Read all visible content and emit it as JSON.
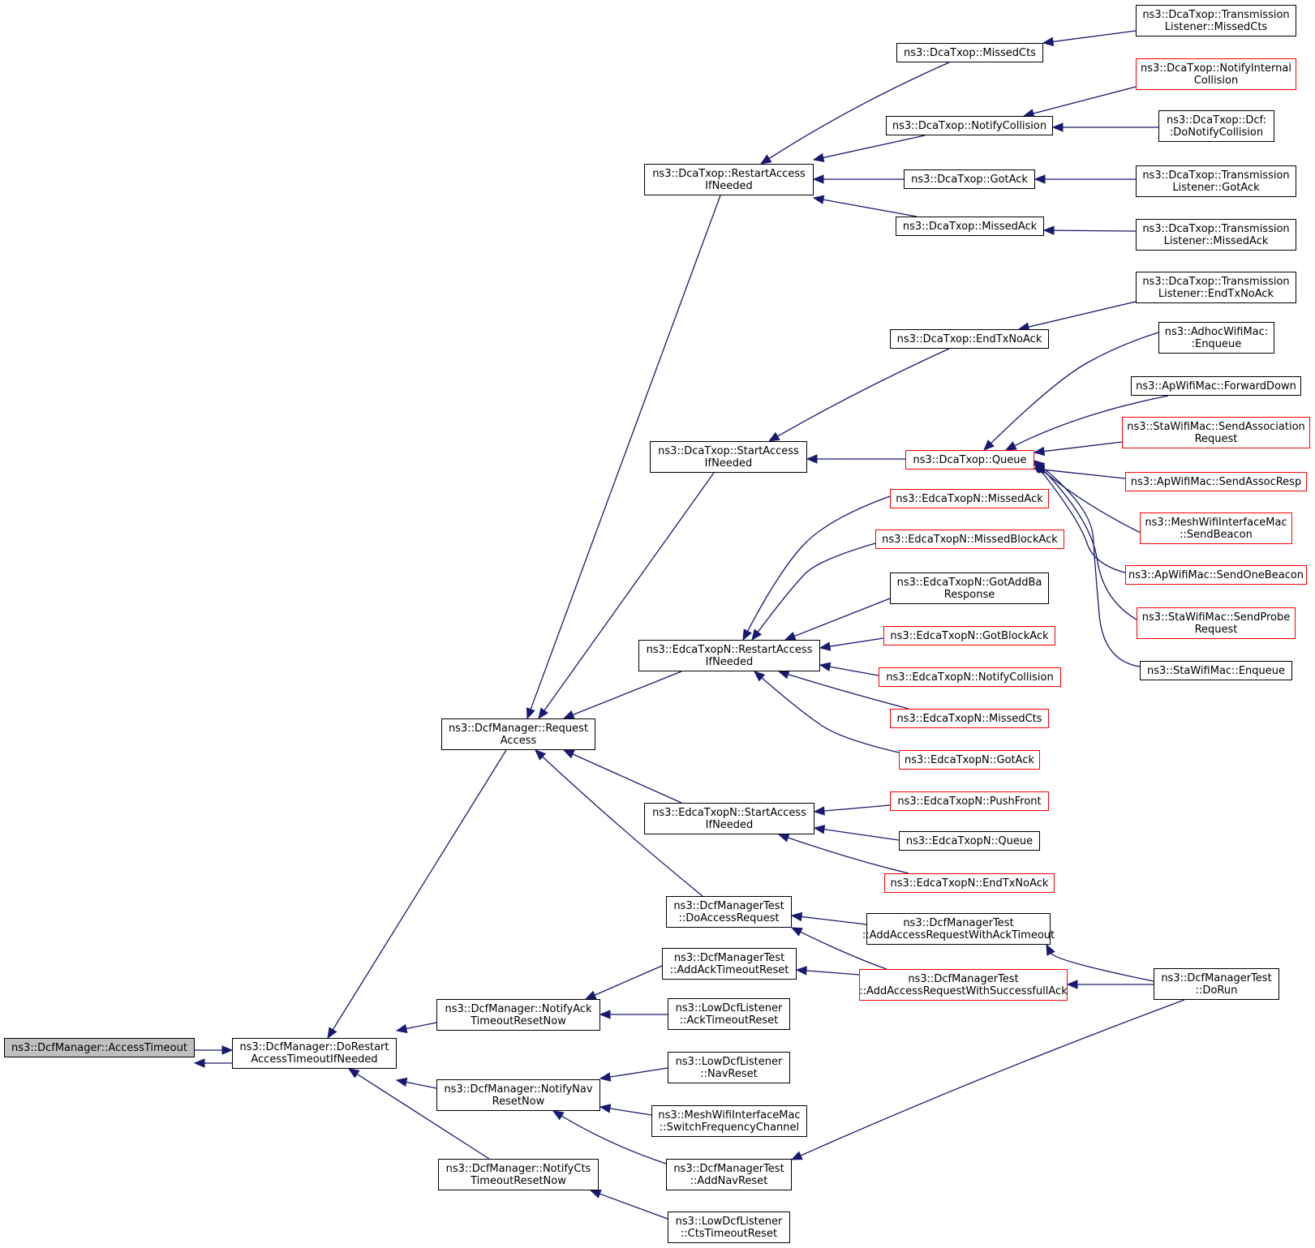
{
  "colors": {
    "edge": "#191970",
    "border_normal": "#000000",
    "border_truncated": "#ff0000",
    "root_fill": "#bfbfbf"
  },
  "nodes": [
    {
      "id": "accesstimeout",
      "lines": [
        "ns3::DcfManager::AccessTimeout"
      ],
      "style": "root"
    },
    {
      "id": "dorestart",
      "lines": [
        "ns3::DcfManager::DoRestart",
        "AccessTimeoutIfNeeded"
      ],
      "style": "normal"
    },
    {
      "id": "requestaccess",
      "lines": [
        "ns3::DcfManager::Request",
        "Access"
      ],
      "style": "normal"
    },
    {
      "id": "notifyack",
      "lines": [
        "ns3::DcfManager::NotifyAck",
        "TimeoutResetNow"
      ],
      "style": "normal"
    },
    {
      "id": "notifynav",
      "lines": [
        "ns3::DcfManager::NotifyNav",
        "ResetNow"
      ],
      "style": "normal"
    },
    {
      "id": "notifycts",
      "lines": [
        "ns3::DcfManager::NotifyCts",
        "TimeoutResetNow"
      ],
      "style": "normal"
    },
    {
      "id": "dca_restart",
      "lines": [
        "ns3::DcaTxop::RestartAccess",
        "IfNeeded"
      ],
      "style": "normal"
    },
    {
      "id": "dca_start",
      "lines": [
        "ns3::DcaTxop::StartAccess",
        "IfNeeded"
      ],
      "style": "normal"
    },
    {
      "id": "edca_restart",
      "lines": [
        "ns3::EdcaTxopN::RestartAccess",
        "IfNeeded"
      ],
      "style": "normal"
    },
    {
      "id": "edca_start",
      "lines": [
        "ns3::EdcaTxopN::StartAccess",
        "IfNeeded"
      ],
      "style": "normal"
    },
    {
      "id": "dmt_doaccess",
      "lines": [
        "ns3::DcfManagerTest",
        "::DoAccessRequest"
      ],
      "style": "normal"
    },
    {
      "id": "dmt_addack",
      "lines": [
        "ns3::DcfManagerTest",
        "::AddAckTimeoutReset"
      ],
      "style": "normal"
    },
    {
      "id": "ldl_ack",
      "lines": [
        "ns3::LowDcfListener",
        "::AckTimeoutReset"
      ],
      "style": "normal"
    },
    {
      "id": "ldl_nav",
      "lines": [
        "ns3::LowDcfListener",
        "::NavReset"
      ],
      "style": "normal"
    },
    {
      "id": "mesh_switch",
      "lines": [
        "ns3::MeshWifiInterfaceMac",
        "::SwitchFrequencyChannel"
      ],
      "style": "normal"
    },
    {
      "id": "dmt_addnav",
      "lines": [
        "ns3::DcfManagerTest",
        "::AddNavReset"
      ],
      "style": "normal"
    },
    {
      "id": "ldl_cts",
      "lines": [
        "ns3::LowDcfListener",
        "::CtsTimeoutReset"
      ],
      "style": "normal"
    },
    {
      "id": "dca_missedcts",
      "lines": [
        "ns3::DcaTxop::MissedCts"
      ],
      "style": "normal"
    },
    {
      "id": "dca_notifycoll",
      "lines": [
        "ns3::DcaTxop::NotifyCollision"
      ],
      "style": "normal"
    },
    {
      "id": "dca_gotack",
      "lines": [
        "ns3::DcaTxop::GotAck"
      ],
      "style": "normal"
    },
    {
      "id": "dca_missedack",
      "lines": [
        "ns3::DcaTxop::MissedAck"
      ],
      "style": "normal"
    },
    {
      "id": "dca_endtxnoack",
      "lines": [
        "ns3::DcaTxop::EndTxNoAck"
      ],
      "style": "normal"
    },
    {
      "id": "dca_queue",
      "lines": [
        "ns3::DcaTxop::Queue"
      ],
      "style": "red"
    },
    {
      "id": "edca_missedack",
      "lines": [
        "ns3::EdcaTxopN::MissedAck"
      ],
      "style": "red"
    },
    {
      "id": "edca_missedblockack",
      "lines": [
        "ns3::EdcaTxopN::MissedBlockAck"
      ],
      "style": "red"
    },
    {
      "id": "edca_gotaddba",
      "lines": [
        "ns3::EdcaTxopN::GotAddBa",
        "Response"
      ],
      "style": "normal"
    },
    {
      "id": "edca_gotblockack",
      "lines": [
        "ns3::EdcaTxopN::GotBlockAck"
      ],
      "style": "red"
    },
    {
      "id": "edca_notifycoll",
      "lines": [
        "ns3::EdcaTxopN::NotifyCollision"
      ],
      "style": "red"
    },
    {
      "id": "edca_missedcts",
      "lines": [
        "ns3::EdcaTxopN::MissedCts"
      ],
      "style": "red"
    },
    {
      "id": "edca_gotack",
      "lines": [
        "ns3::EdcaTxopN::GotAck"
      ],
      "style": "red"
    },
    {
      "id": "edca_pushfront",
      "lines": [
        "ns3::EdcaTxopN::PushFront"
      ],
      "style": "red"
    },
    {
      "id": "edca_queue",
      "lines": [
        "ns3::EdcaTxopN::Queue"
      ],
      "style": "normal"
    },
    {
      "id": "edca_endtxnoack",
      "lines": [
        "ns3::EdcaTxopN::EndTxNoAck"
      ],
      "style": "red"
    },
    {
      "id": "dmt_addacktimeout",
      "lines": [
        "ns3::DcfManagerTest",
        "::AddAccessRequestWithAckTimeout"
      ],
      "style": "normal"
    },
    {
      "id": "dmt_addsuccess",
      "lines": [
        "ns3::DcfManagerTest",
        "::AddAccessRequestWithSuccessfullAck"
      ],
      "style": "red"
    },
    {
      "id": "dmt_dorun",
      "lines": [
        "ns3::DcfManagerTest",
        "::DoRun"
      ],
      "style": "normal"
    },
    {
      "id": "tl_missedcts",
      "lines": [
        "ns3::DcaTxop::Transmission",
        "Listener::MissedCts"
      ],
      "style": "normal"
    },
    {
      "id": "dca_notifyinternal",
      "lines": [
        "ns3::DcaTxop::NotifyInternal",
        "Collision"
      ],
      "style": "red"
    },
    {
      "id": "dca_dcf_donotify",
      "lines": [
        "ns3::DcaTxop::Dcf:",
        ":DoNotifyCollision"
      ],
      "style": "normal"
    },
    {
      "id": "tl_gotack",
      "lines": [
        "ns3::DcaTxop::Transmission",
        "Listener::GotAck"
      ],
      "style": "normal"
    },
    {
      "id": "tl_missedack",
      "lines": [
        "ns3::DcaTxop::Transmission",
        "Listener::MissedAck"
      ],
      "style": "normal"
    },
    {
      "id": "tl_endtxnoack",
      "lines": [
        "ns3::DcaTxop::Transmission",
        "Listener::EndTxNoAck"
      ],
      "style": "normal"
    },
    {
      "id": "adhoc_enqueue",
      "lines": [
        "ns3::AdhocWifiMac:",
        ":Enqueue"
      ],
      "style": "normal"
    },
    {
      "id": "ap_forwarddown",
      "lines": [
        "ns3::ApWifiMac::ForwardDown"
      ],
      "style": "normal"
    },
    {
      "id": "sta_sendassoc",
      "lines": [
        "ns3::StaWifiMac::SendAssociation",
        "Request"
      ],
      "style": "red"
    },
    {
      "id": "ap_sendassocresp",
      "lines": [
        "ns3::ApWifiMac::SendAssocResp"
      ],
      "style": "red"
    },
    {
      "id": "mesh_sendbeacon",
      "lines": [
        "ns3::MeshWifiInterfaceMac",
        "::SendBeacon"
      ],
      "style": "red"
    },
    {
      "id": "ap_sendonebeacon",
      "lines": [
        "ns3::ApWifiMac::SendOneBeacon"
      ],
      "style": "red"
    },
    {
      "id": "sta_sendprobe",
      "lines": [
        "ns3::StaWifiMac::SendProbe",
        "Request"
      ],
      "style": "red"
    },
    {
      "id": "sta_enqueue",
      "lines": [
        "ns3::StaWifiMac::Enqueue"
      ],
      "style": "normal"
    }
  ],
  "edges": [
    {
      "from": "dorestart",
      "to": "accesstimeout"
    },
    {
      "from": "accesstimeout",
      "to": "dorestart"
    },
    {
      "from": "requestaccess",
      "to": "dorestart"
    },
    {
      "from": "notifyack",
      "to": "dorestart"
    },
    {
      "from": "notifynav",
      "to": "dorestart"
    },
    {
      "from": "notifycts",
      "to": "dorestart"
    },
    {
      "from": "dca_restart",
      "to": "requestaccess"
    },
    {
      "from": "dca_start",
      "to": "requestaccess"
    },
    {
      "from": "edca_restart",
      "to": "requestaccess"
    },
    {
      "from": "edca_start",
      "to": "requestaccess"
    },
    {
      "from": "dmt_doaccess",
      "to": "requestaccess"
    },
    {
      "from": "dmt_addack",
      "to": "notifyack"
    },
    {
      "from": "ldl_ack",
      "to": "notifyack"
    },
    {
      "from": "ldl_nav",
      "to": "notifynav"
    },
    {
      "from": "mesh_switch",
      "to": "notifynav"
    },
    {
      "from": "dmt_addnav",
      "to": "notifynav"
    },
    {
      "from": "ldl_cts",
      "to": "notifycts"
    },
    {
      "from": "dca_missedcts",
      "to": "dca_restart"
    },
    {
      "from": "dca_notifycoll",
      "to": "dca_restart"
    },
    {
      "from": "dca_gotack",
      "to": "dca_restart"
    },
    {
      "from": "dca_missedack",
      "to": "dca_restart"
    },
    {
      "from": "dca_endtxnoack",
      "to": "dca_start"
    },
    {
      "from": "dca_queue",
      "to": "dca_start"
    },
    {
      "from": "edca_missedack",
      "to": "edca_restart"
    },
    {
      "from": "edca_missedblockack",
      "to": "edca_restart"
    },
    {
      "from": "edca_gotaddba",
      "to": "edca_restart"
    },
    {
      "from": "edca_gotblockack",
      "to": "edca_restart"
    },
    {
      "from": "edca_notifycoll",
      "to": "edca_restart"
    },
    {
      "from": "edca_missedcts",
      "to": "edca_restart"
    },
    {
      "from": "edca_gotack",
      "to": "edca_restart"
    },
    {
      "from": "edca_pushfront",
      "to": "edca_start"
    },
    {
      "from": "edca_queue",
      "to": "edca_start"
    },
    {
      "from": "edca_endtxnoack",
      "to": "edca_start"
    },
    {
      "from": "dmt_addacktimeout",
      "to": "dmt_doaccess"
    },
    {
      "from": "dmt_addsuccess",
      "to": "dmt_doaccess"
    },
    {
      "from": "dmt_addsuccess",
      "to": "dmt_addack"
    },
    {
      "from": "dmt_dorun",
      "to": "dmt_addacktimeout"
    },
    {
      "from": "dmt_dorun",
      "to": "dmt_addsuccess"
    },
    {
      "from": "dmt_dorun",
      "to": "dmt_addnav"
    },
    {
      "from": "tl_missedcts",
      "to": "dca_missedcts"
    },
    {
      "from": "dca_notifyinternal",
      "to": "dca_notifycoll"
    },
    {
      "from": "dca_dcf_donotify",
      "to": "dca_notifycoll"
    },
    {
      "from": "tl_gotack",
      "to": "dca_gotack"
    },
    {
      "from": "tl_missedack",
      "to": "dca_missedack"
    },
    {
      "from": "tl_endtxnoack",
      "to": "dca_endtxnoack"
    },
    {
      "from": "adhoc_enqueue",
      "to": "dca_queue"
    },
    {
      "from": "ap_forwarddown",
      "to": "dca_queue"
    },
    {
      "from": "sta_sendassoc",
      "to": "dca_queue"
    },
    {
      "from": "ap_sendassocresp",
      "to": "dca_queue"
    },
    {
      "from": "mesh_sendbeacon",
      "to": "dca_queue"
    },
    {
      "from": "ap_sendonebeacon",
      "to": "dca_queue"
    },
    {
      "from": "sta_sendprobe",
      "to": "dca_queue"
    },
    {
      "from": "sta_enqueue",
      "to": "dca_queue"
    }
  ]
}
